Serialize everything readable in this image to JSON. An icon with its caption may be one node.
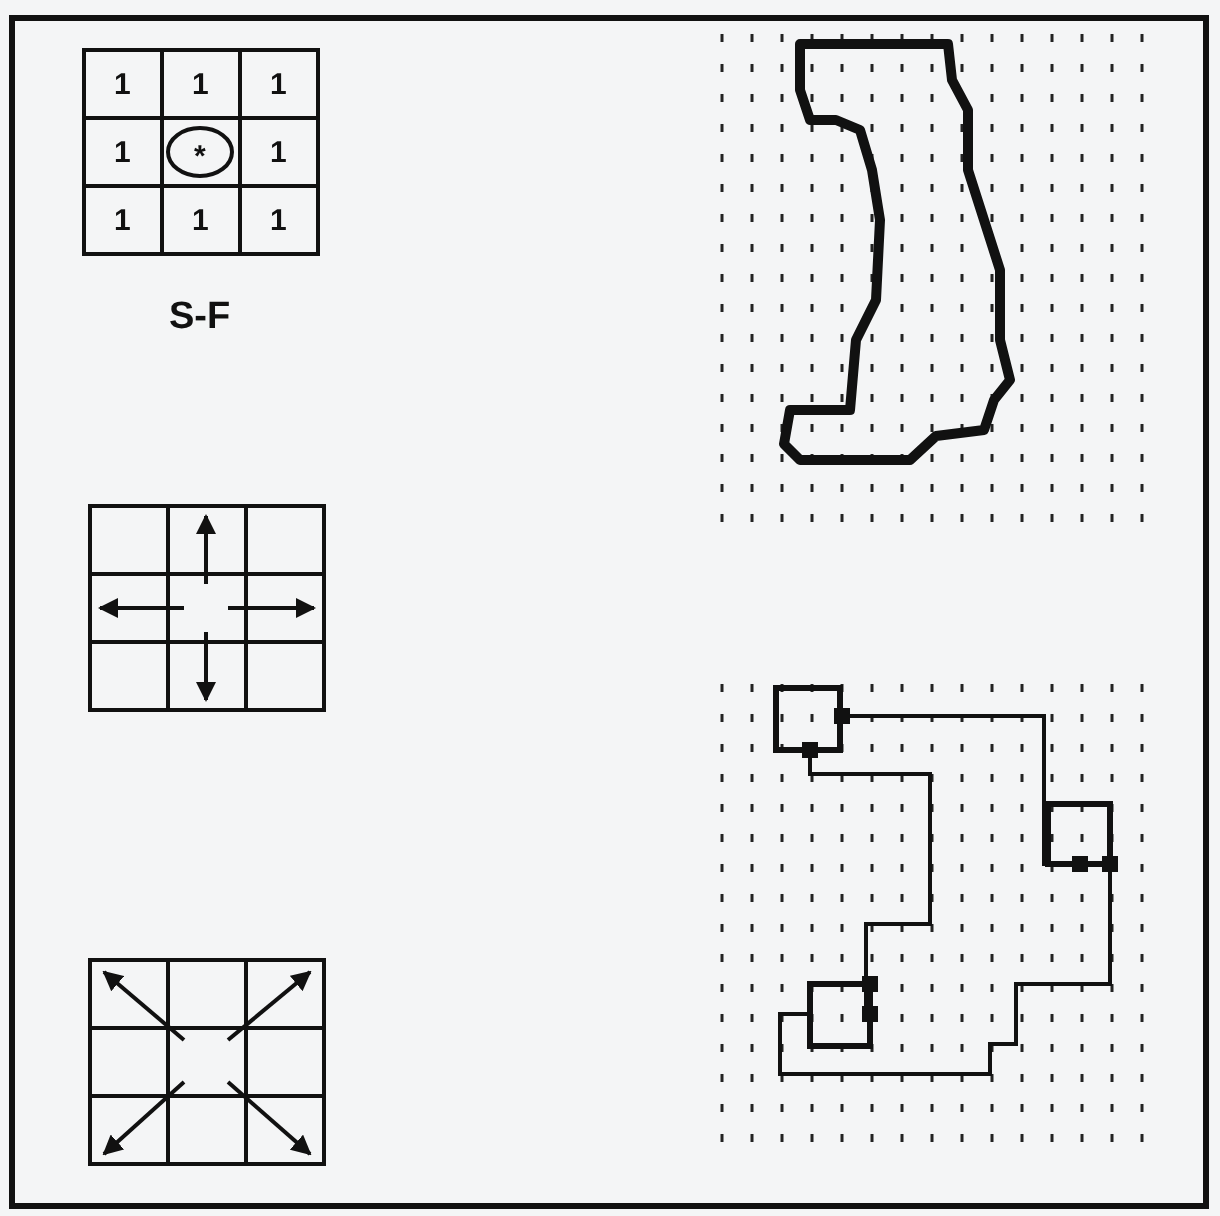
{
  "diagram": {
    "labels": [
      "1",
      "1",
      "1",
      "1",
      "*",
      "1",
      "1",
      "1",
      "1",
      "S-F"
    ]
  }
}
